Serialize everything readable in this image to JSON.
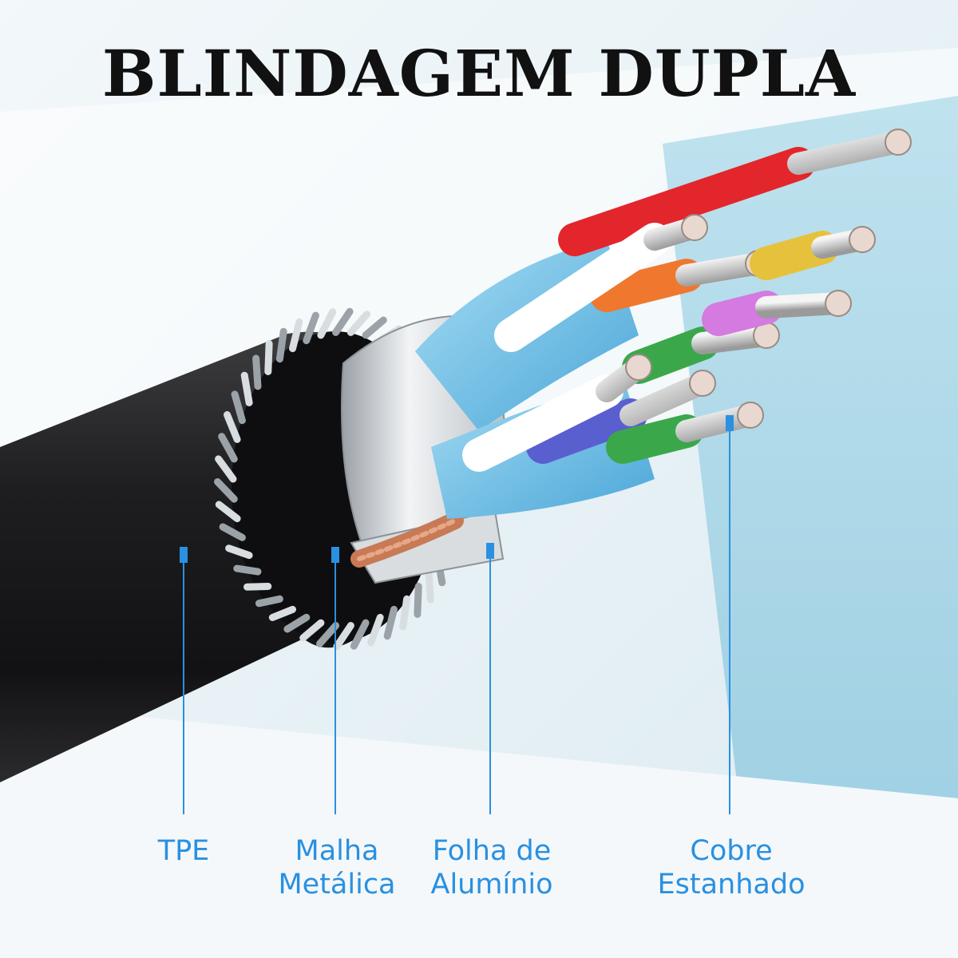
{
  "title": "BLINDAGEM DUPLA",
  "accent_color": "#2a90e0",
  "labels": {
    "tpe": {
      "line1": "TPE"
    },
    "malha": {
      "line1": "Malha",
      "line2": "Metálica"
    },
    "folha": {
      "line1": "Folha de",
      "line2": "Alumínio"
    },
    "cobre": {
      "line1": "Cobre",
      "line2": "Estanhado"
    }
  },
  "wire_colors": [
    "#e3262b",
    "#f0782e",
    "#3aa84a",
    "#5a5fd0",
    "#d47ae0",
    "#e6c23c",
    "#7bc4ea"
  ]
}
